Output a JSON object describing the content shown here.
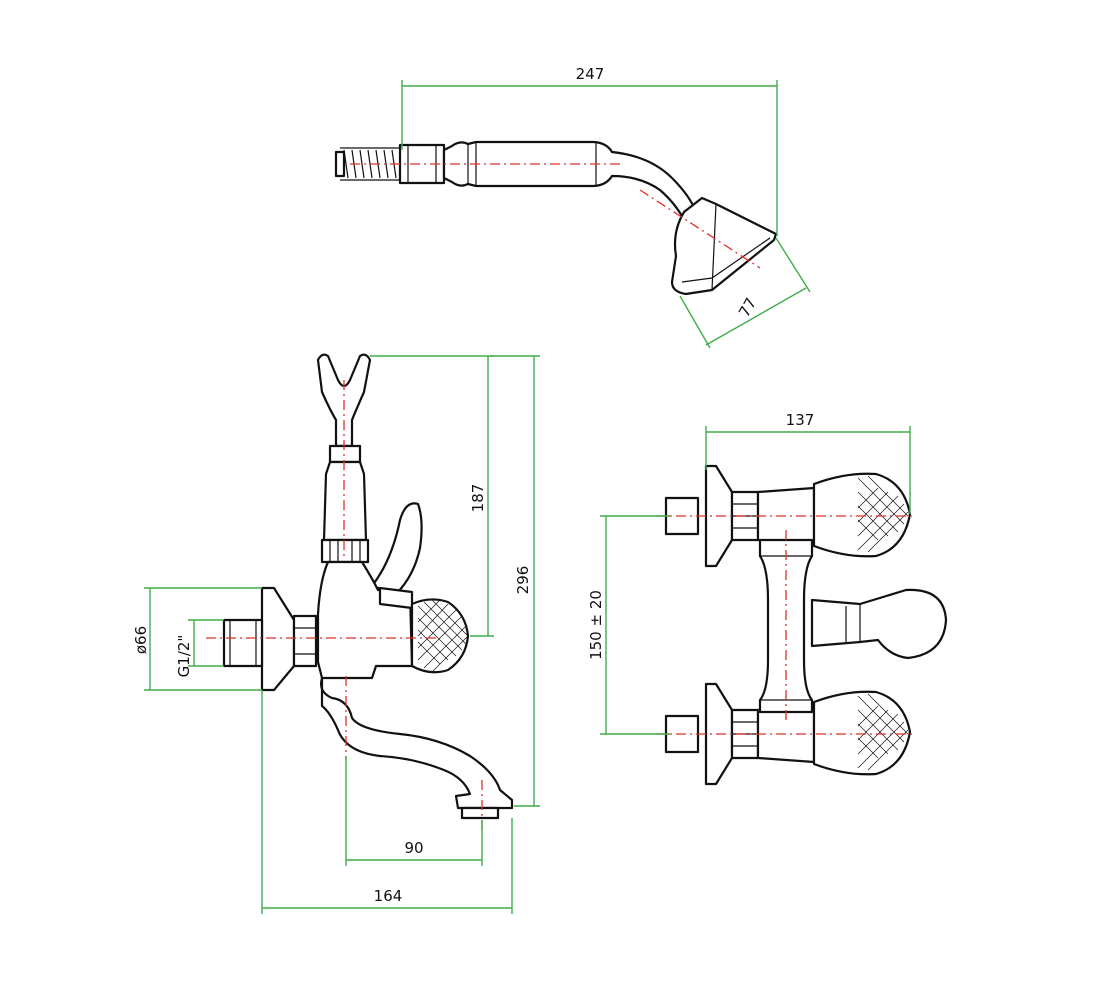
{
  "dimensions": {
    "handshower_length": "247",
    "handshower_head": "77",
    "spout_height_hook": "187",
    "overall_height": "296",
    "flange_diameter": "ø66",
    "inlet_thread": "G1/2\"",
    "spout_reach": "90",
    "overall_depth": "164",
    "top_view_width": "137",
    "inlet_centers": "150 ± 20"
  },
  "colors": {
    "outline": "#111111",
    "dimension_lines": "#3fae49",
    "center_lines": "#e0302a"
  }
}
